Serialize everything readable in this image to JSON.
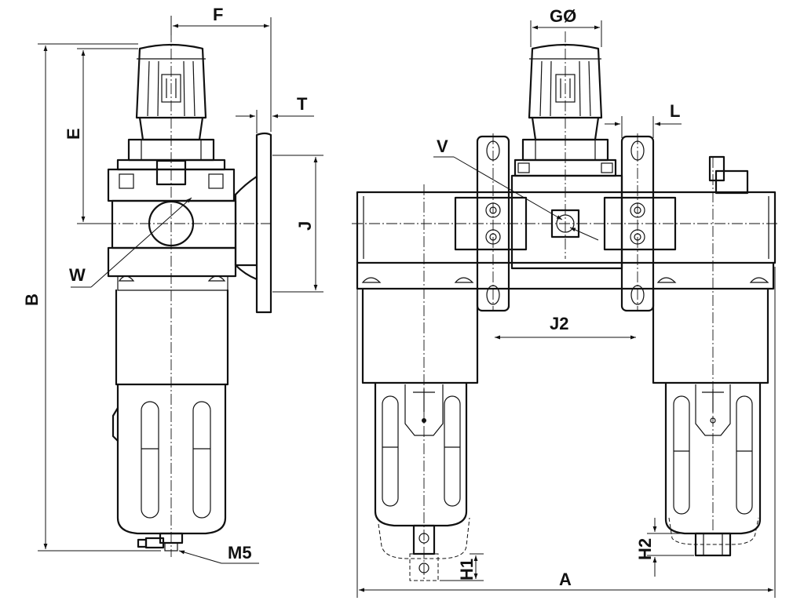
{
  "labels": {
    "F": "F",
    "G": "GØ",
    "T": "T",
    "L": "L",
    "E": "E",
    "V": "V",
    "J": "J",
    "B": "B",
    "W": "W",
    "J2": "J2",
    "M5": "M5",
    "H1": "H1",
    "H2": "H2",
    "A": "A"
  }
}
